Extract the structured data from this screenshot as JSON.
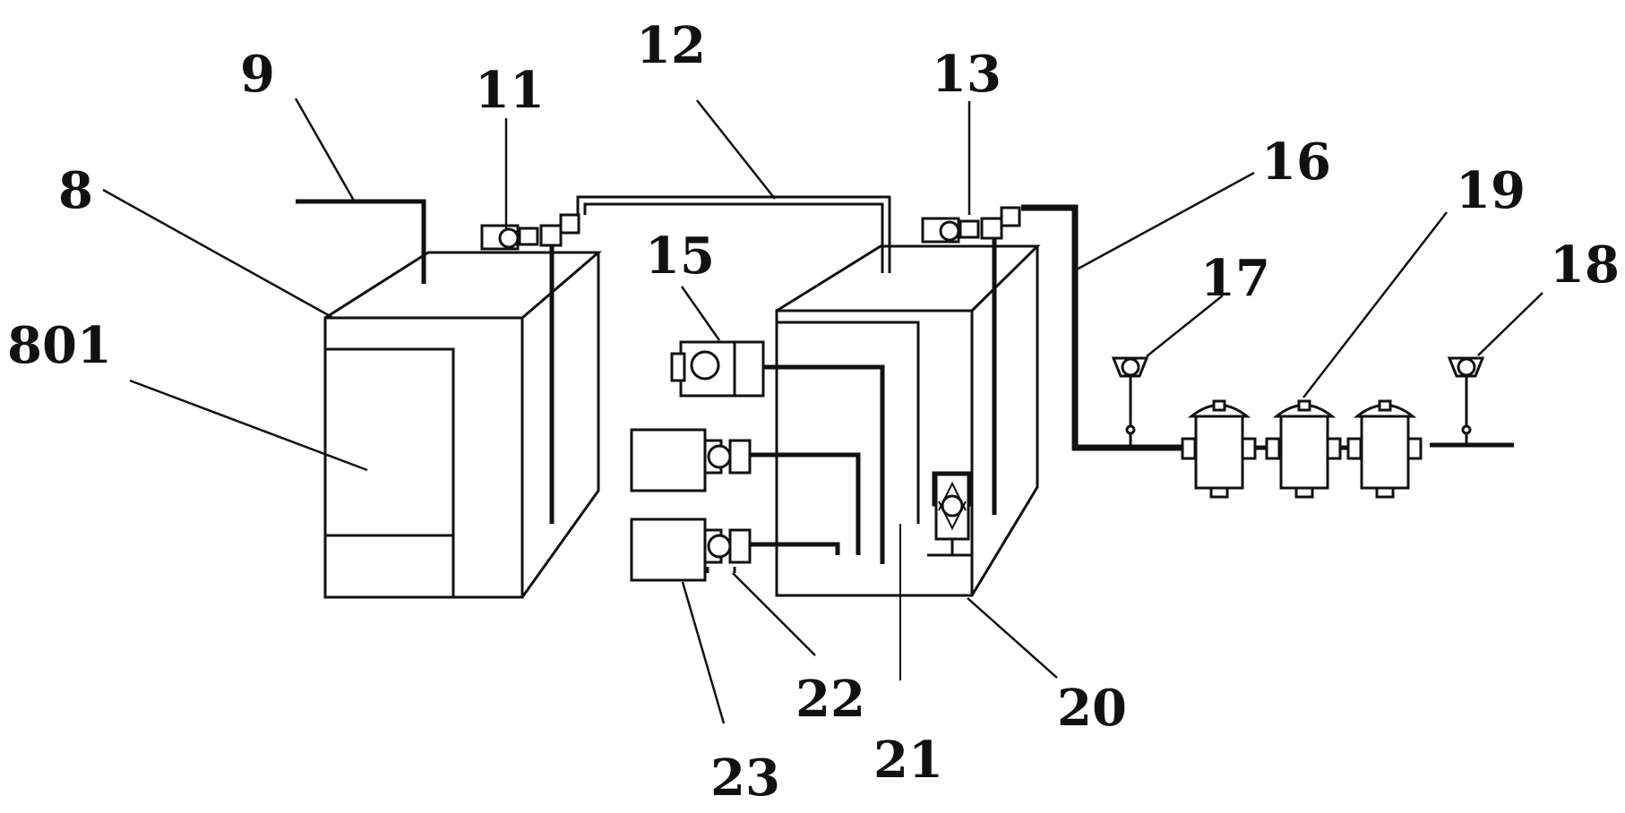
{
  "labels": {
    "l8": "8",
    "l9": "9",
    "l11": "11",
    "l12": "12",
    "l13": "13",
    "l15": "15",
    "l16": "16",
    "l17": "17",
    "l18": "18",
    "l19": "19",
    "l20": "20",
    "l21": "21",
    "l22": "22",
    "l23": "23",
    "l801": "801"
  }
}
